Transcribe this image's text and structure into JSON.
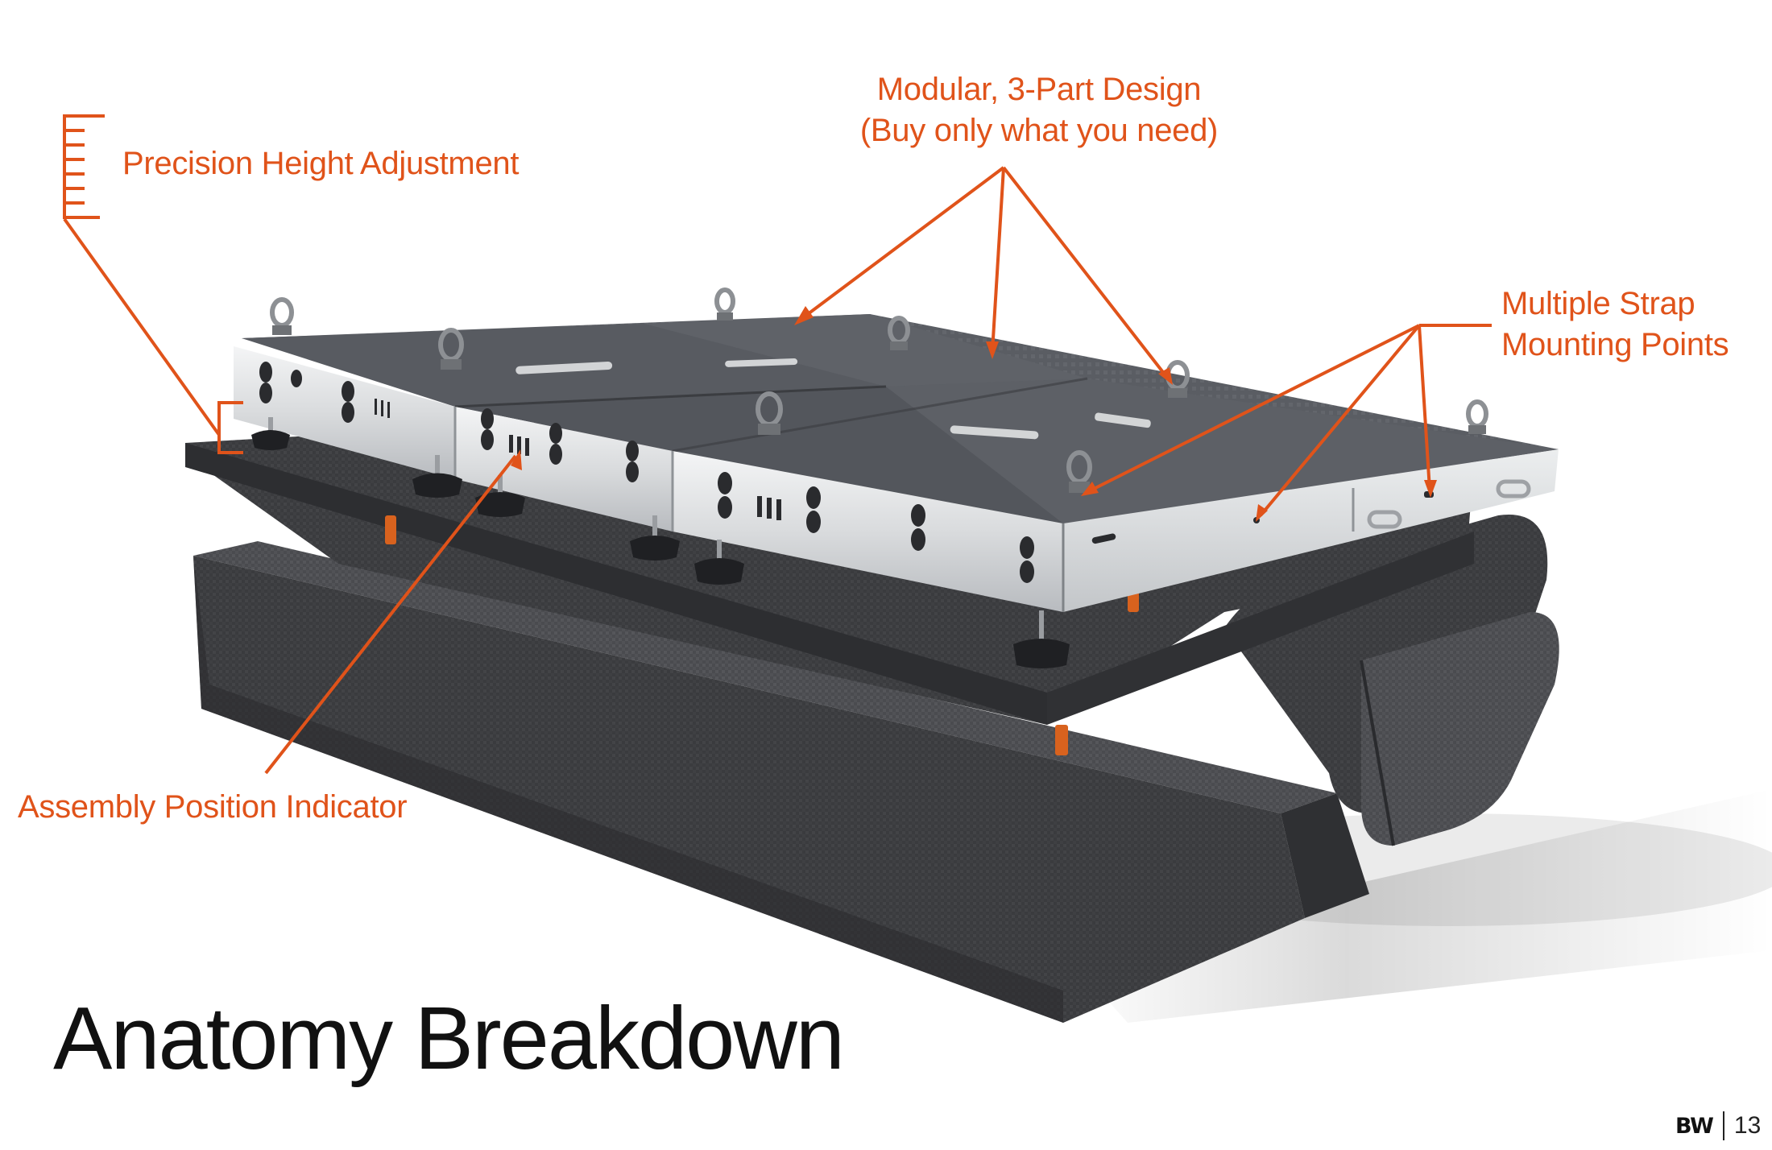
{
  "slide": {
    "title": "Anatomy Breakdown",
    "page_number": "13",
    "brand_logo_text": "BW",
    "accent_color": "#e0531a"
  },
  "callouts": {
    "precision_height": "Precision Height Adjustment",
    "modular_line1": "Modular, 3-Part Design",
    "modular_line2": "(Buy only what you need)",
    "strap_line1": "Multiple Strap",
    "strap_line2": "Mounting Points",
    "assembly_position": "Assembly Position Indicator"
  },
  "illustration": {
    "subject": "3-part modular platform with aluminum frame, carbon top panels, leveling feet, D-ring tie-downs, on foam base",
    "icons": [
      "height-ruler-icon",
      "d-ring-icon",
      "leveling-foot-icon"
    ]
  }
}
